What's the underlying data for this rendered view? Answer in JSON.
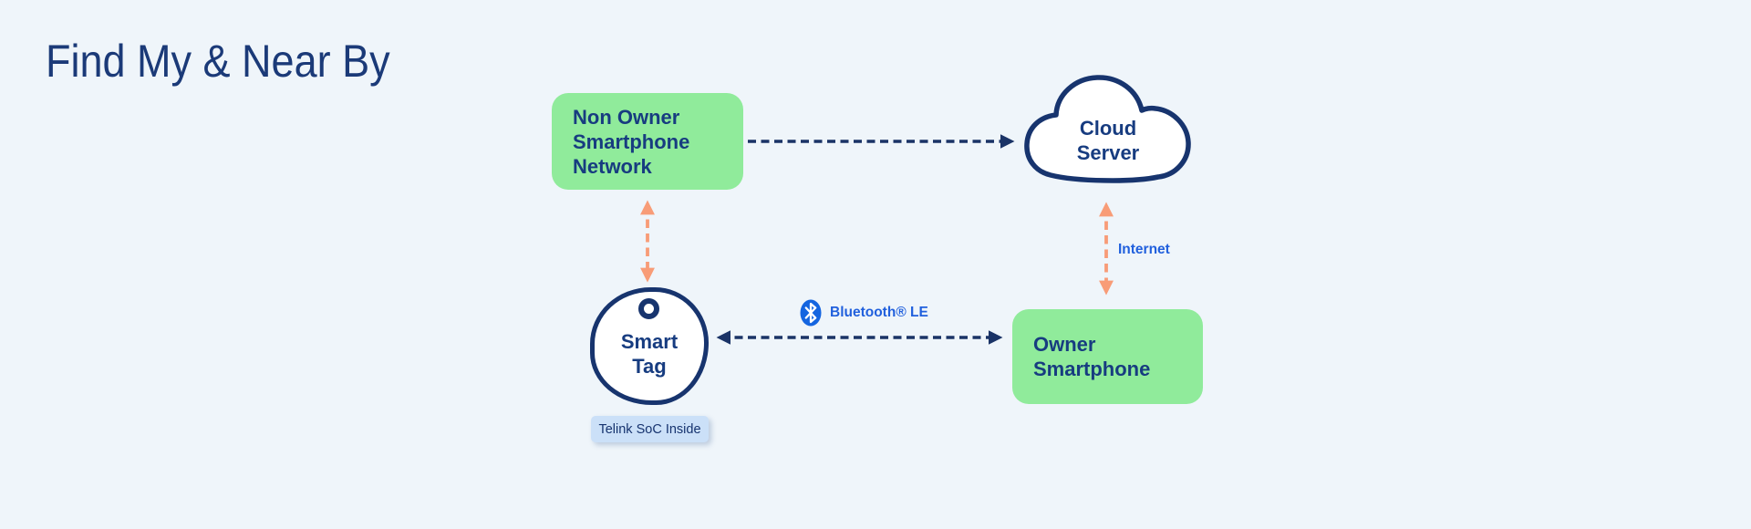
{
  "title": "Find My & Near By",
  "colors": {
    "background": "#eff5fa",
    "navy_text": "#173c80",
    "navy_stroke": "#17346e",
    "arrow_navy": "#1a3366",
    "arrow_orange": "#f89c77",
    "node_green": "#90eb9b",
    "label_blue": "#2160dd",
    "bluetooth_icon_blue": "#1465e0",
    "badge_bg": "#cbe0f8",
    "shape_fill": "#ffffff"
  },
  "nodes": {
    "non_owner_network": {
      "lines": [
        "Non Owner",
        "Smartphone",
        "Network"
      ]
    },
    "cloud_server": {
      "lines": [
        "Cloud",
        "Server"
      ]
    },
    "smart_tag": {
      "lines": [
        "Smart",
        "Tag"
      ]
    },
    "owner_smartphone": {
      "lines": [
        "Owner",
        "Smartphone"
      ]
    }
  },
  "connections": {
    "bluetooth_label": "Bluetooth® LE",
    "internet_label": "Internet"
  },
  "badge": {
    "label": "Telink SoC Inside"
  },
  "icons": {
    "bluetooth": "bluetooth-icon"
  }
}
